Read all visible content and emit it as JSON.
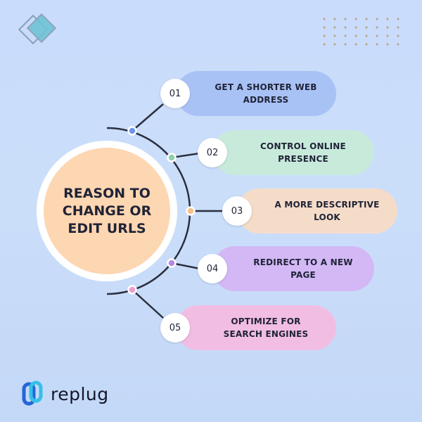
{
  "center": {
    "title": "REASON TO\nCHANGE OR\nEDIT URLS"
  },
  "steps": [
    {
      "number": "01",
      "label": "GET A SHORTER WEB\nADDRESS",
      "color": "#a9c2f5",
      "dot_color": "#6d96ea"
    },
    {
      "number": "02",
      "label": "CONTROL ONLINE\nPRESENCE",
      "color": "#c8eadb",
      "dot_color": "#8fd0ad"
    },
    {
      "number": "03",
      "label": "A MORE DESCRIPTIVE\nLOOK",
      "color": "#f5dcc9",
      "dot_color": "#f7c08a"
    },
    {
      "number": "04",
      "label": "REDIRECT TO A NEW\nPAGE",
      "color": "#d3b8f5",
      "dot_color": "#b48ae6"
    },
    {
      "number": "05",
      "label": "OPTIMIZE FOR\nSEARCH ENGINES",
      "color": "#f2bde3",
      "dot_color": "#ec9ed1"
    }
  ],
  "brand": {
    "name": "replug",
    "accent": "#2aa9e0"
  }
}
